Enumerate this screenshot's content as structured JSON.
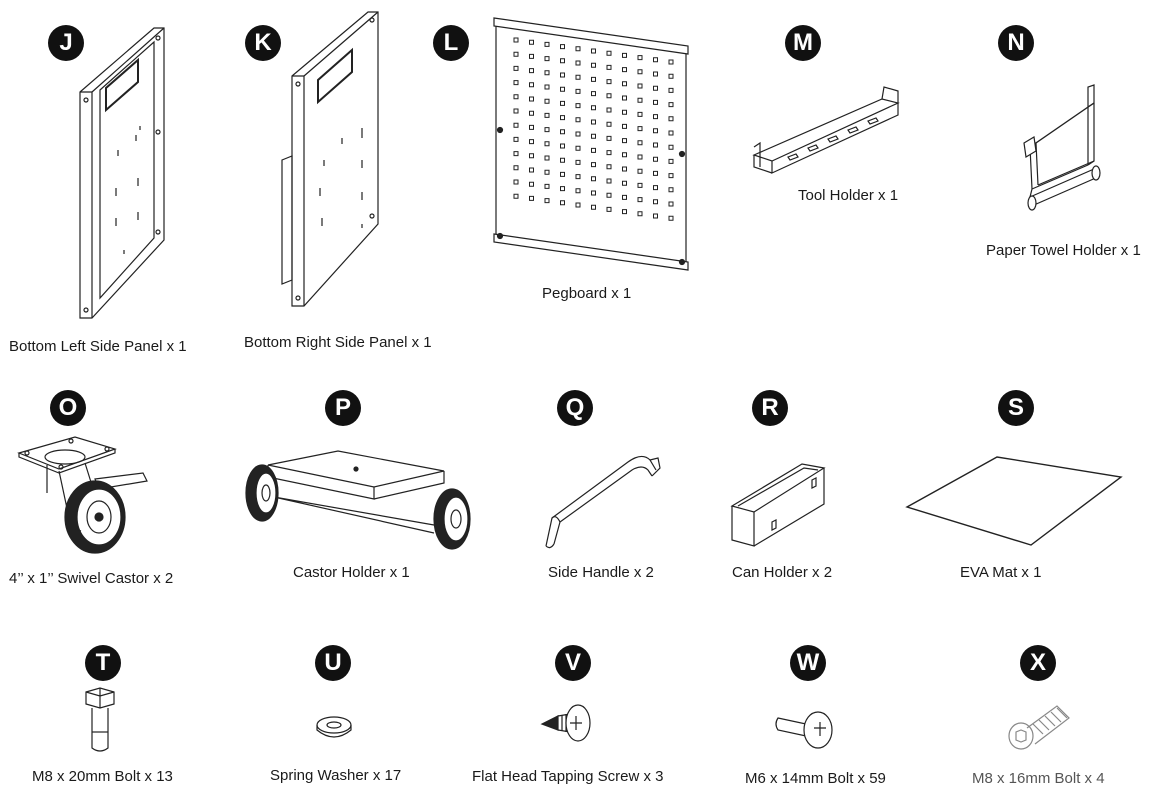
{
  "parts": [
    {
      "id": "J",
      "label": "Bottom Left Side Panel x 1",
      "icon": "bottom-left-side-panel-icon"
    },
    {
      "id": "K",
      "label": "Bottom Right Side Panel x 1",
      "icon": "bottom-right-side-panel-icon"
    },
    {
      "id": "L",
      "label": "Pegboard x 1",
      "icon": "pegboard-icon"
    },
    {
      "id": "M",
      "label": "Tool Holder x 1",
      "icon": "tool-holder-icon"
    },
    {
      "id": "N",
      "label": "Paper Towel Holder x 1",
      "icon": "paper-towel-holder-icon"
    },
    {
      "id": "O",
      "label": "4’’ x 1’’ Swivel Castor x 2",
      "icon": "swivel-castor-icon"
    },
    {
      "id": "P",
      "label": "Castor Holder x 1",
      "icon": "castor-holder-icon"
    },
    {
      "id": "Q",
      "label": "Side Handle x 2",
      "icon": "side-handle-icon"
    },
    {
      "id": "R",
      "label": "Can Holder x 2",
      "icon": "can-holder-icon"
    },
    {
      "id": "S",
      "label": "EVA Mat x 1",
      "icon": "eva-mat-icon"
    },
    {
      "id": "T",
      "label": "M8 x 20mm Bolt x 13",
      "icon": "m8-20mm-bolt-icon"
    },
    {
      "id": "U",
      "label": "Spring Washer x 17",
      "icon": "spring-washer-icon"
    },
    {
      "id": "V",
      "label": "Flat Head Tapping Screw x 3",
      "icon": "tapping-screw-icon"
    },
    {
      "id": "W",
      "label": "M6 x 14mm Bolt x 59",
      "icon": "m6-14mm-bolt-icon"
    },
    {
      "id": "X",
      "label": "M8 x 16mm Bolt x 4",
      "icon": "m8-16mm-bolt-icon"
    }
  ]
}
